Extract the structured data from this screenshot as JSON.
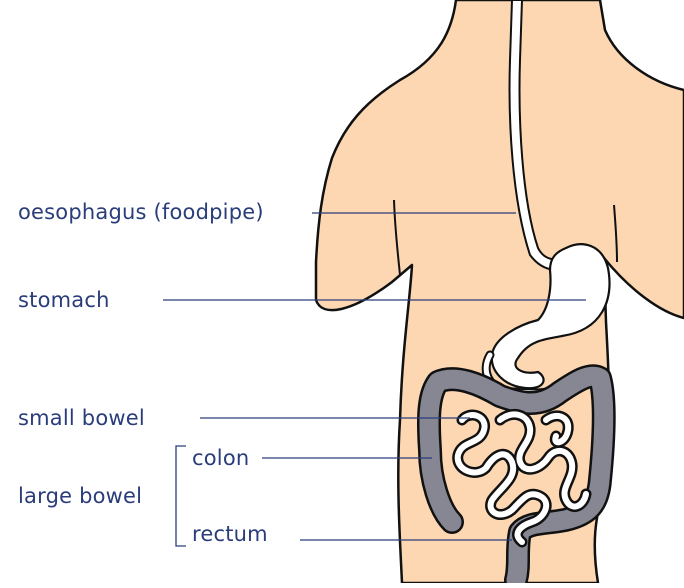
{
  "labels": {
    "oesophagus": "oesophagus (foodpipe)",
    "stomach": "stomach",
    "small_bowel": "small bowel",
    "colon": "colon",
    "large_bowel": "large bowel",
    "rectum": "rectum"
  },
  "colors": {
    "skin": "#fcd7b2",
    "outline": "#111111",
    "bowel": "#868793",
    "organ_fill": "#ffffff",
    "leader_line": "#2a3d7a",
    "label_text": "#2a3d7a"
  }
}
